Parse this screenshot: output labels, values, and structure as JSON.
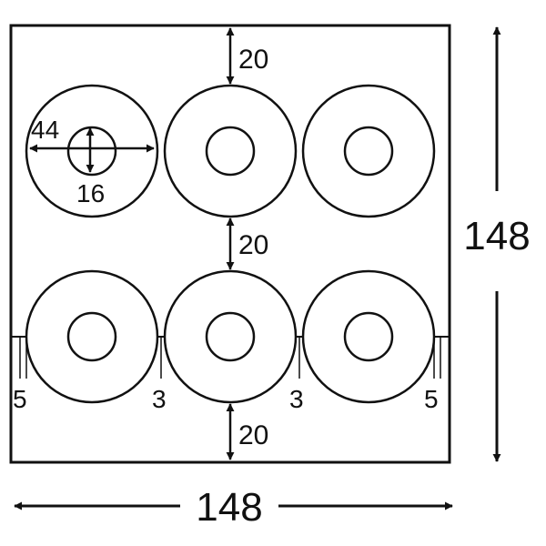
{
  "dimensions": {
    "sheet_width": "148",
    "sheet_height": "148",
    "gap_top": "20",
    "gap_middle": "20",
    "gap_bottom": "20",
    "label_outer_diameter": "44",
    "label_inner_diameter": "16",
    "margin_left": "5",
    "gap_between_left": "3",
    "gap_between_right": "3",
    "margin_right": "5"
  },
  "colors": {
    "stroke": "#111111",
    "background": "#ffffff"
  }
}
